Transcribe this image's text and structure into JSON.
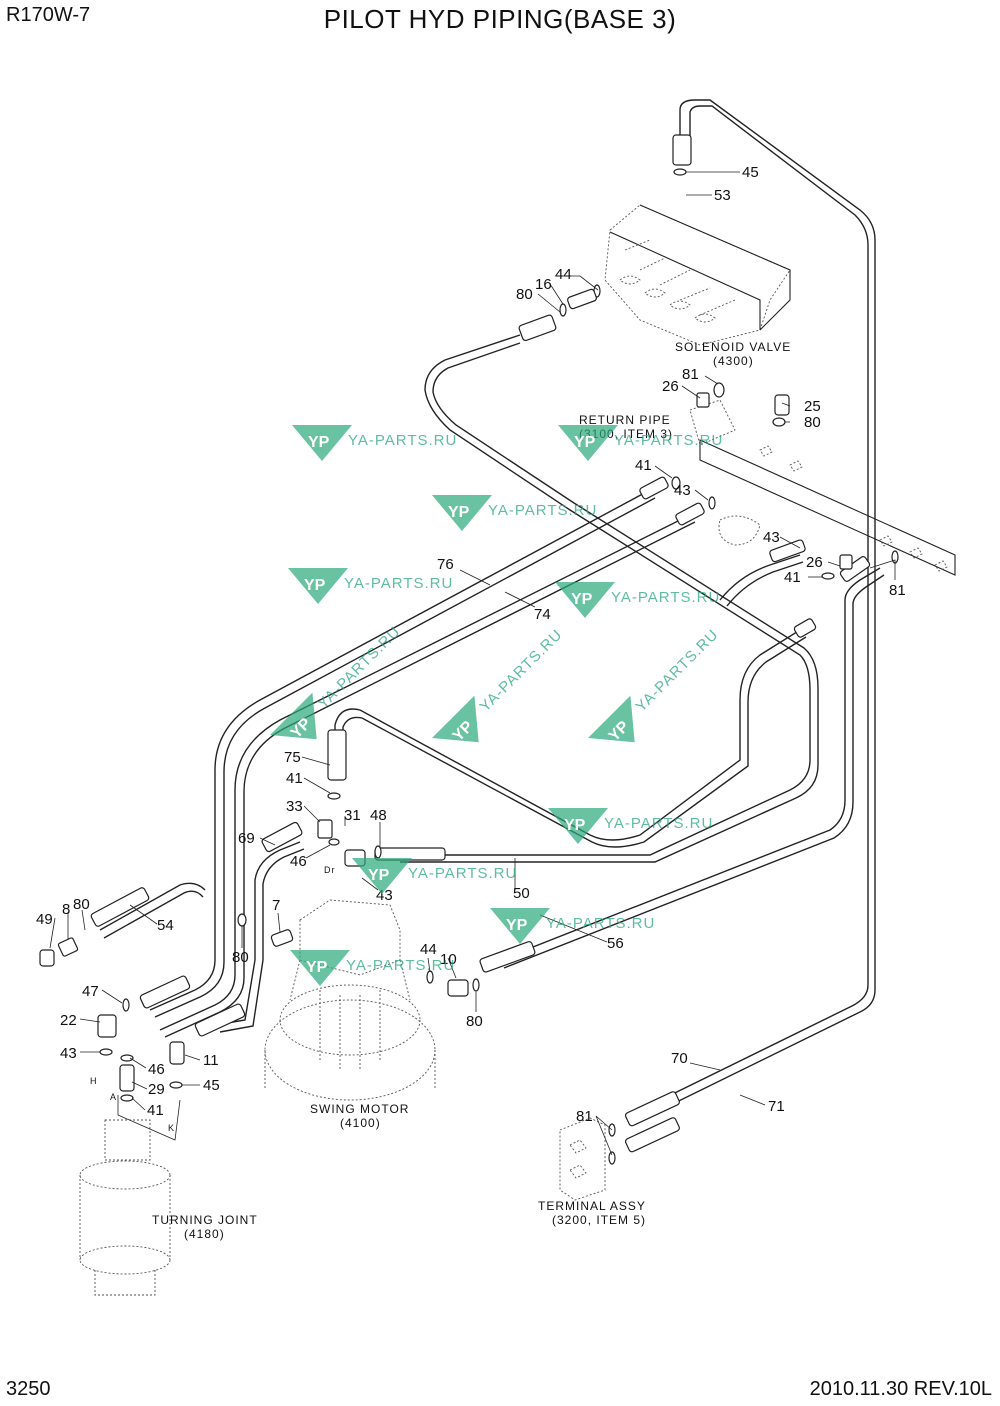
{
  "header": {
    "model": "R170W-7",
    "title": "PILOT HYD PIPING(BASE 3)"
  },
  "footer": {
    "page_number": "3250",
    "revision": "2010.11.30  REV.10L"
  },
  "components": {
    "solenoid_valve": {
      "name": "SOLENOID VALVE",
      "ref": "(4300)"
    },
    "return_pipe": {
      "name": "RETURN PIPE",
      "ref": "(3100, ITEM 3)"
    },
    "swing_motor": {
      "name": "SWING MOTOR",
      "ref": "(4100)"
    },
    "turning_joint": {
      "name": "TURNING JOINT",
      "ref": "(4180)"
    },
    "terminal_assy": {
      "name": "TERMINAL ASSY",
      "ref": "(3200, ITEM 5)"
    }
  },
  "callouts": [
    "45",
    "53",
    "44",
    "16",
    "80",
    "81",
    "26",
    "25",
    "80",
    "41",
    "43",
    "43",
    "26",
    "41",
    "81",
    "76",
    "74",
    "75",
    "41",
    "33",
    "31",
    "48",
    "69",
    "46",
    "43",
    "50",
    "49",
    "8",
    "80",
    "54",
    "7",
    "80",
    "44",
    "10",
    "56",
    "80",
    "47",
    "22",
    "43",
    "46",
    "11",
    "29",
    "45",
    "41",
    "70",
    "71",
    "81"
  ],
  "port_marks": [
    "H",
    "A",
    "K",
    "Dr"
  ],
  "watermark": {
    "logo": "YP",
    "text": "YA-PARTS.RU",
    "color": "#2aa87a"
  }
}
